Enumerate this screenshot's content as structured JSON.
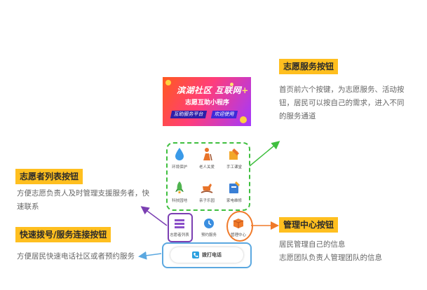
{
  "callouts": {
    "volunteer_service": {
      "title": "志愿服务按钮",
      "desc_lines": [
        "首页前六个按键，为志愿服务、活动按",
        "钮，居民可以按自己的需求，进入不同",
        "的服务通道"
      ]
    },
    "volunteer_list": {
      "title": "志愿者列表按钮",
      "desc_lines": [
        "方便志愿负责人及时管理支援服务者，快",
        "速联系"
      ]
    },
    "quick_dial": {
      "title": "快速拨号/服务连接按钮",
      "desc_lines": [
        "方便居民快速电话社区或者预约服务"
      ]
    },
    "management_center": {
      "title": "管理中心按钮",
      "desc_lines": [
        "居民管理自己的信息",
        "志愿团队负责人管理团队的信息"
      ]
    }
  },
  "banner": {
    "title": "滨湖社区 互联网",
    "plus": "+",
    "subtitle": "志愿互助小程序",
    "tag1": "互助服务平台",
    "tag2": "欢迎使用"
  },
  "service_buttons": [
    {
      "label": "环境保护",
      "icon": "water-drop-icon"
    },
    {
      "label": "老人关爱",
      "icon": "elderly-icon"
    },
    {
      "label": "手工课堂",
      "icon": "handcraft-icon"
    },
    {
      "label": "科技园地",
      "icon": "rocket-icon"
    },
    {
      "label": "亲子乐园",
      "icon": "rocking-horse-icon"
    },
    {
      "label": "家电维修",
      "icon": "repair-icon"
    }
  ],
  "bottom_buttons": [
    {
      "label": "志愿者列表",
      "icon": "list-icon"
    },
    {
      "label": "预约服务",
      "icon": "clock-icon"
    },
    {
      "label": "管理中心",
      "icon": "box-icon"
    }
  ],
  "call_button": {
    "label": "拨打电话",
    "icon": "phone-icon"
  },
  "colors": {
    "callout_bg": "#ffbf1f",
    "green_arrow": "#3fbf3f",
    "purple_arrow": "#7b3fb2",
    "orange_arrow": "#f07a2a",
    "blue_arrow": "#5ba8e0"
  }
}
